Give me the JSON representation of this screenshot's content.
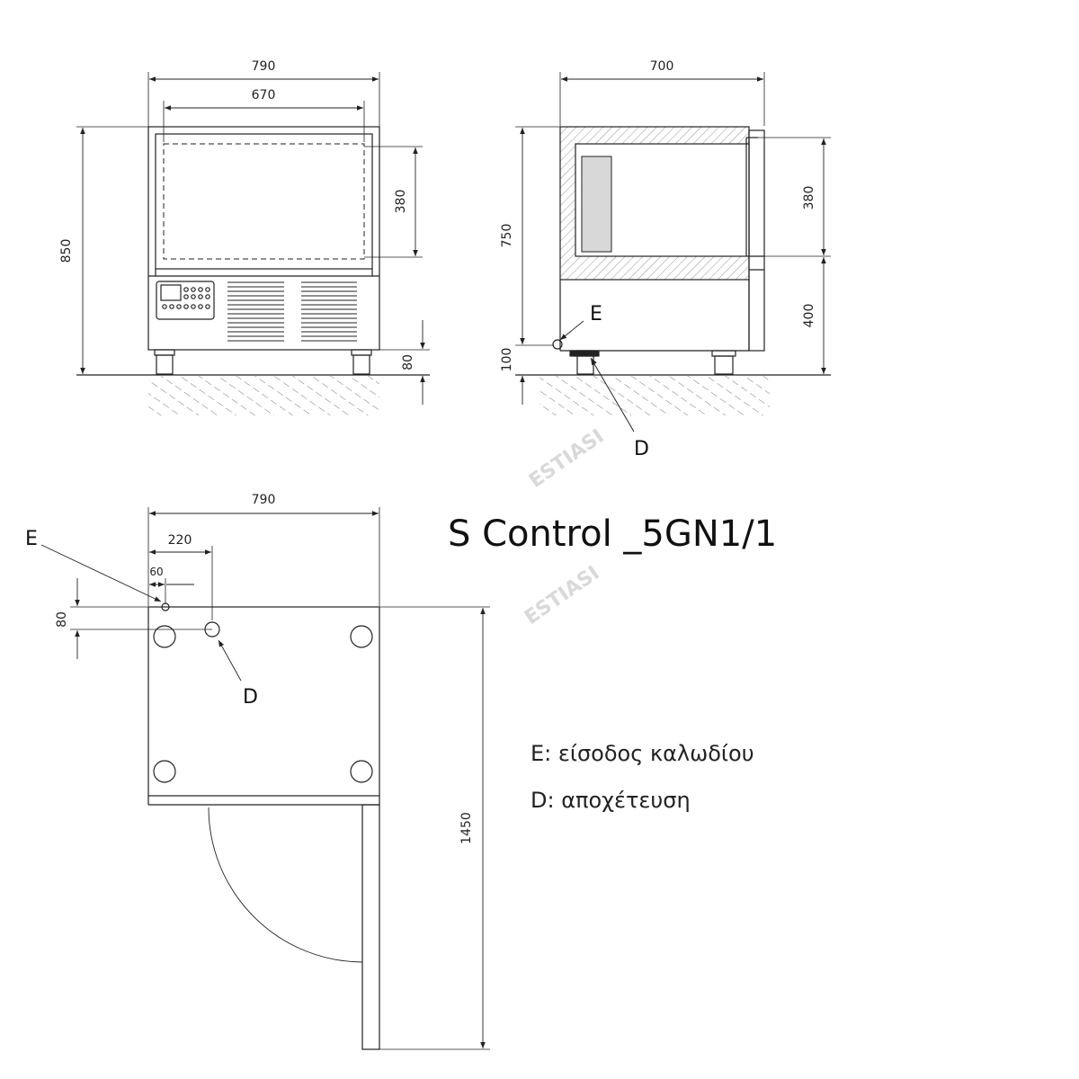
{
  "title": "S Control _5GN1/1",
  "watermark": "ESTIASI",
  "legend": {
    "e": "E: είσοδος καλωδίου",
    "d": "D: αποχέτευση"
  },
  "front_view": {
    "width_total": "790",
    "width_inner": "670",
    "height_total": "850",
    "cavity_height": "380",
    "feet_height": "80"
  },
  "side_view": {
    "depth": "700",
    "height_cabinet": "750",
    "cavity_height": "380",
    "lower_height": "400",
    "connection_height": "100",
    "label_e": "E",
    "label_d": "D"
  },
  "top_view": {
    "width_total": "790",
    "offset_d": "220",
    "offset_e": "60",
    "offset_y": "80",
    "depth_open": "1450",
    "label_e": "E",
    "label_d": "D"
  }
}
